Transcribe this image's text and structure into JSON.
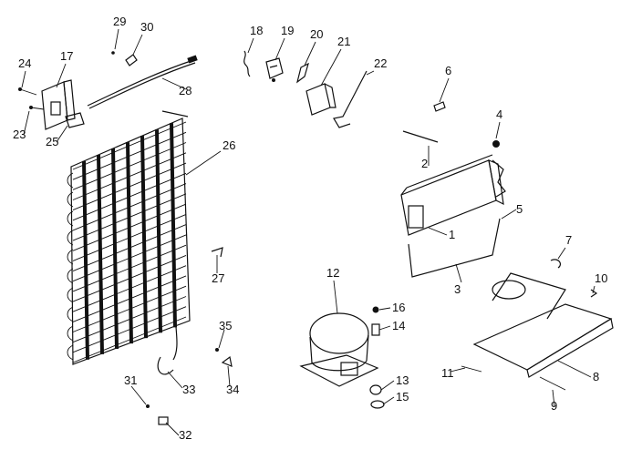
{
  "diagram": {
    "part_numbers": [
      "1",
      "2",
      "3",
      "4",
      "5",
      "6",
      "7",
      "8",
      "9",
      "10",
      "11",
      "12",
      "13",
      "14",
      "15",
      "16",
      "17",
      "18",
      "19",
      "20",
      "21",
      "22",
      "23",
      "24",
      "25",
      "26",
      "27",
      "28",
      "29",
      "30",
      "31",
      "32",
      "33",
      "34",
      "35"
    ]
  }
}
